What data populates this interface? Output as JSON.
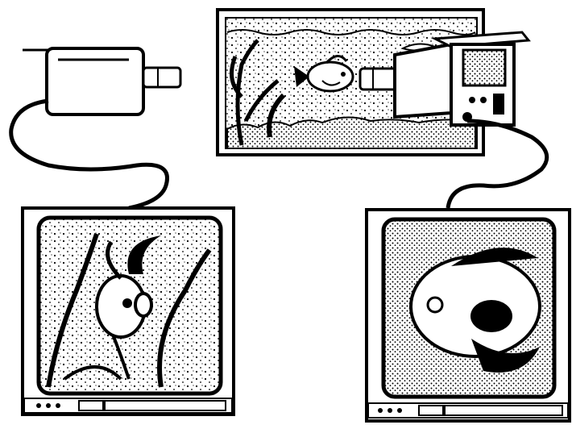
{
  "illustration": {
    "background": "#ffffff",
    "ink": "#000000",
    "objects": [
      {
        "name": "aquarium",
        "icon": "aquarium-icon"
      },
      {
        "name": "camera-left",
        "icon": "video-camera-icon"
      },
      {
        "name": "camera-right",
        "icon": "video-camera-icon"
      },
      {
        "name": "monitor-left",
        "icon": "tv-monitor-icon"
      },
      {
        "name": "monitor-right",
        "icon": "tv-monitor-icon"
      }
    ]
  }
}
